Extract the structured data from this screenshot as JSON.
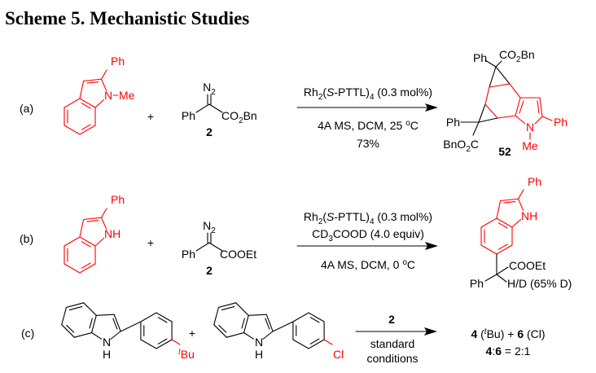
{
  "title": "Scheme 5. Mechanistic Studies",
  "colors": {
    "highlight": "#ff0000",
    "ink": "#000000"
  },
  "rows": [
    {
      "label": "(a)",
      "substrate": {
        "c2_substituent": "Ph",
        "n_label": "N",
        "n_substituent": "Me"
      },
      "plus": "+",
      "reagent": {
        "diazo": "N_2",
        "left": "Ph",
        "right": "CO_2Bn",
        "id": "2"
      },
      "conditions": {
        "above": [
          "Rh_2(*S*-PTTL)_4 (0.3 mol%)"
        ],
        "below": [
          "4A MS, DCM, 25 ^oC",
          "73%"
        ]
      },
      "product": {
        "top_left": "Ph",
        "top_right": "CO_2Bn",
        "bottom_left": "Ph",
        "bottom_ester": "BnO_2C",
        "c2_substituent": "Ph",
        "n_label": "N",
        "n_substituent": "Me",
        "id": "52"
      }
    },
    {
      "label": "(b)",
      "substrate": {
        "c2_substituent": "Ph",
        "n_label": "NH"
      },
      "plus": "+",
      "reagent": {
        "diazo": "N_2",
        "left": "Ph",
        "right": "COOEt",
        "id": "2"
      },
      "conditions": {
        "above": [
          "Rh_2(*S*-PTTL)_4 (0.3 mol%)",
          "CD_3COOD (4.0 equiv)"
        ],
        "below": [
          "4A MS, DCM, 0 ^oC"
        ]
      },
      "product": {
        "c2_substituent": "Ph",
        "n_label": "NH",
        "ester": "COOEt",
        "aryl": "Ph",
        "h_label": "H/D (65% D)"
      }
    },
    {
      "label": "(c)",
      "substrate_1": {
        "n_label": "N",
        "h_label": "H",
        "para_substituent": "^tBu"
      },
      "plus": "+",
      "substrate_2": {
        "n_label": "N",
        "h_label": "H",
        "para_substituent": "Cl"
      },
      "conditions": {
        "above": [
          "**2**"
        ],
        "below": [
          "standard",
          "conditions"
        ]
      },
      "result": [
        "**4** (^tBu) + **6** (Cl)",
        "**4**:**6** = 2:1"
      ]
    }
  ]
}
